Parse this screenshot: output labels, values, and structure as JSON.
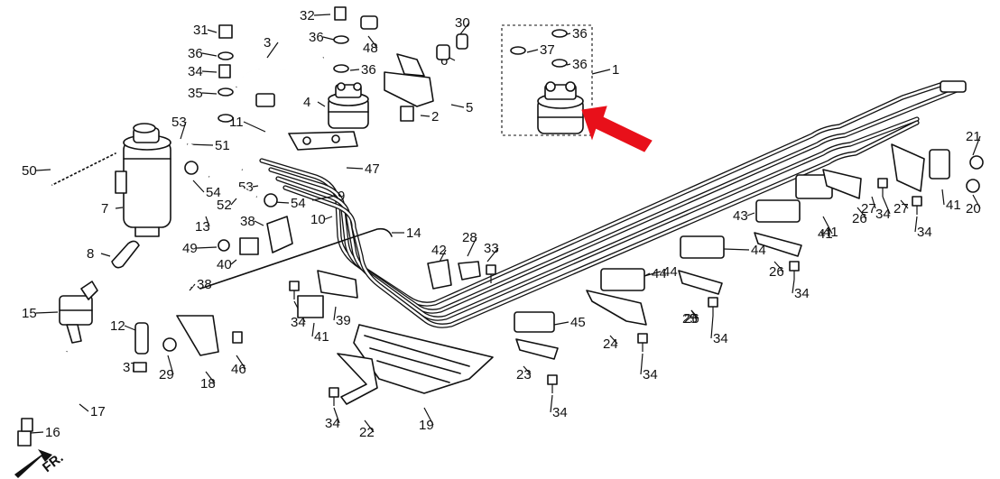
{
  "labels": [
    "1",
    "2",
    "3",
    "4",
    "5",
    "6",
    "7",
    "8",
    "9",
    "10",
    "11",
    "12",
    "13",
    "14",
    "15",
    "16",
    "17",
    "18",
    "19",
    "20",
    "21",
    "22",
    "23",
    "24",
    "25",
    "26",
    "27",
    "28",
    "29",
    "30",
    "31",
    "32",
    "33",
    "34",
    "35",
    "36",
    "37",
    "38",
    "39",
    "40",
    "41",
    "42",
    "43",
    "44",
    "45",
    "46",
    "47",
    "48",
    "49",
    "50",
    "51",
    "52",
    "53",
    "54"
  ],
  "direction_marker": "FR.",
  "colors": {
    "line": "#111111",
    "highlight_arrow": "#e8101a",
    "background": "#ffffff"
  }
}
